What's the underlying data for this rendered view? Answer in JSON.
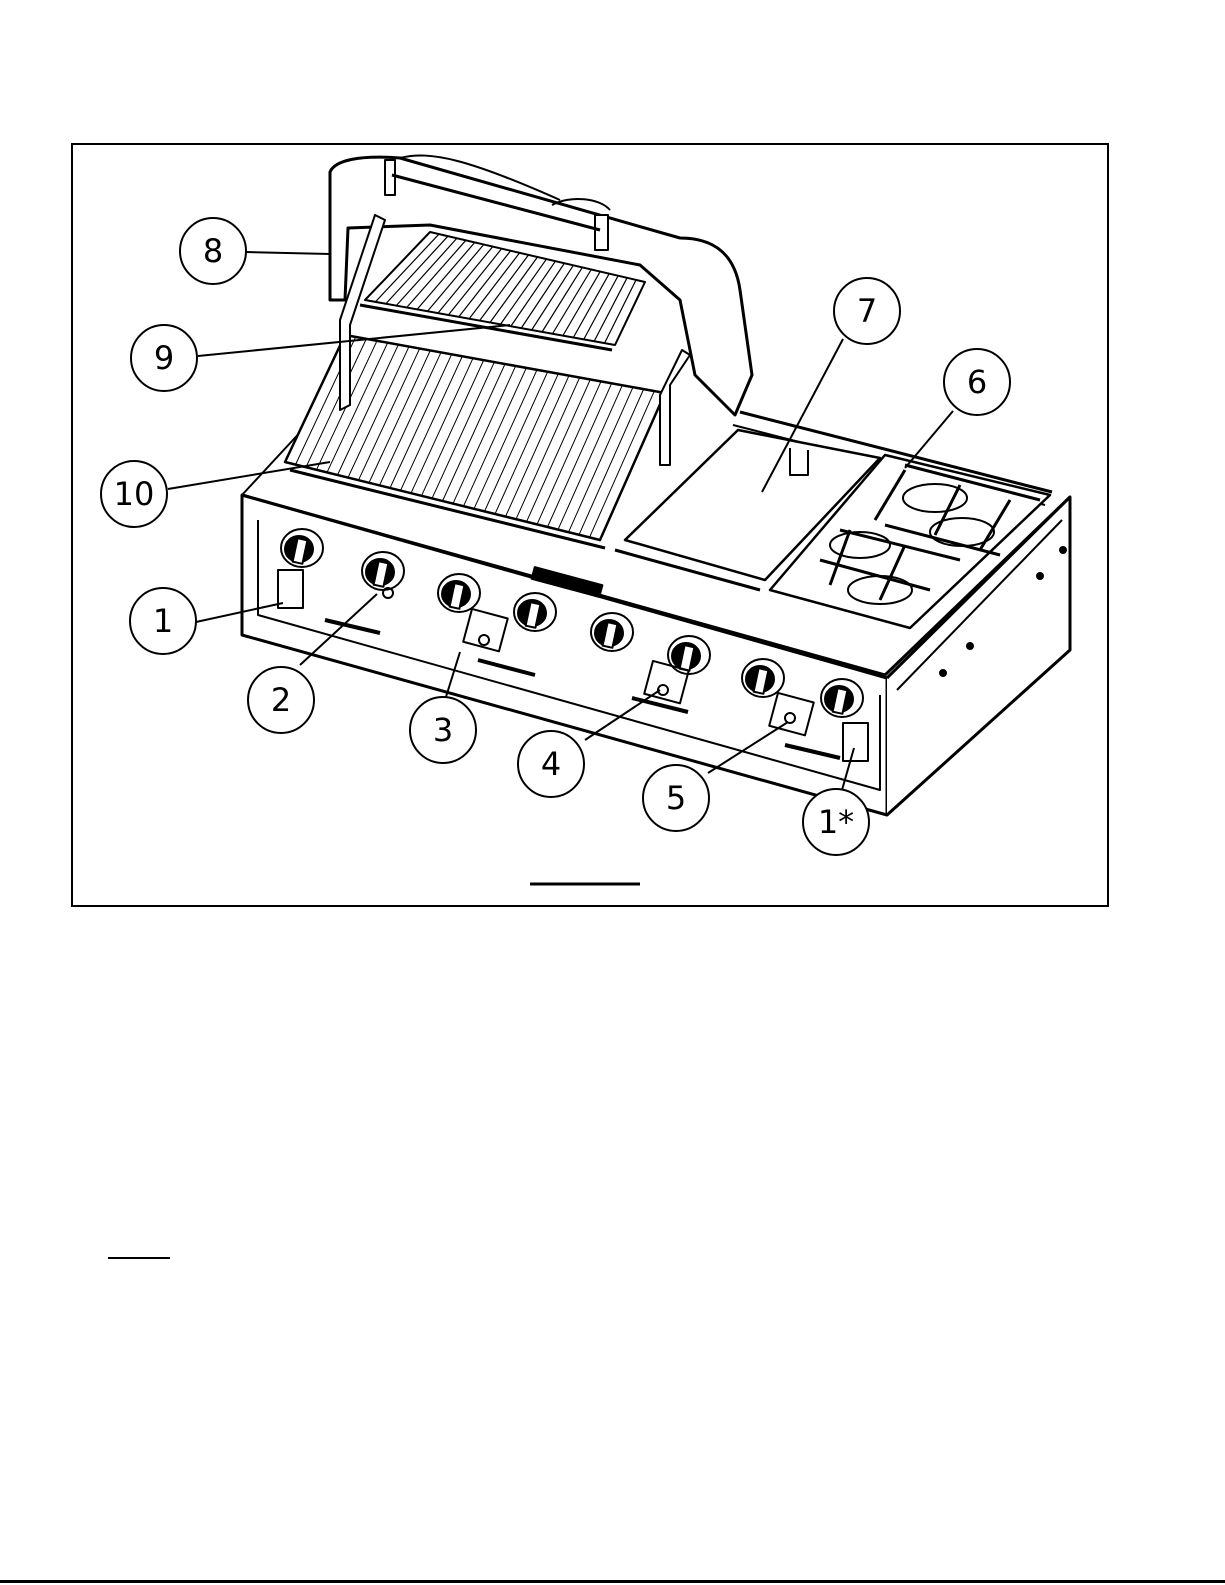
{
  "callouts": [
    {
      "id": "1",
      "label": "1"
    },
    {
      "id": "2",
      "label": "2"
    },
    {
      "id": "3",
      "label": "3"
    },
    {
      "id": "4",
      "label": "4"
    },
    {
      "id": "5",
      "label": "5"
    },
    {
      "id": "6",
      "label": "6"
    },
    {
      "id": "7",
      "label": "7"
    },
    {
      "id": "8",
      "label": "8"
    },
    {
      "id": "9",
      "label": "9"
    },
    {
      "id": "10",
      "label": "10"
    },
    {
      "id": "1-star",
      "label": "1*"
    }
  ],
  "colors": {
    "line": "#000000",
    "background": "#ffffff"
  }
}
